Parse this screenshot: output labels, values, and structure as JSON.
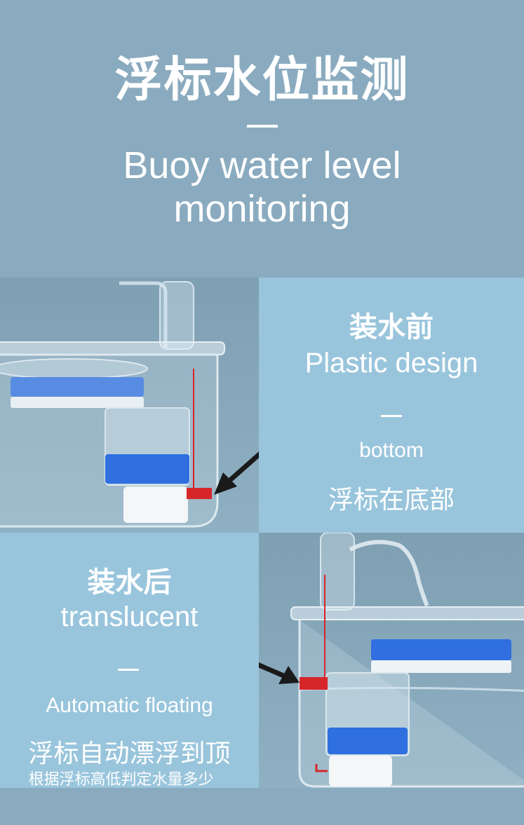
{
  "header": {
    "title_cn": "浮标水位监测",
    "title_en_line1": "Buoy water level",
    "title_en_line2": "monitoring"
  },
  "before": {
    "heading": "装水前",
    "subtitle": "Plastic design",
    "label_en": "bottom",
    "label_cn": "浮标在底部"
  },
  "after": {
    "heading": "装水后",
    "subtitle": "translucent",
    "label_en": "Automatic floating",
    "label_cn": "浮标自动漂浮到顶",
    "note_cn": "根据浮标高低判定水量多少"
  },
  "colors": {
    "background": "#8aabbf",
    "panel_light": "#99c5dc",
    "float_blue": "#2f6fe0",
    "indicator_red": "#d6262a",
    "arrow": "#1a1a1a"
  },
  "icons": {
    "arrow": "arrow-icon",
    "float": "buoy-float-icon"
  }
}
